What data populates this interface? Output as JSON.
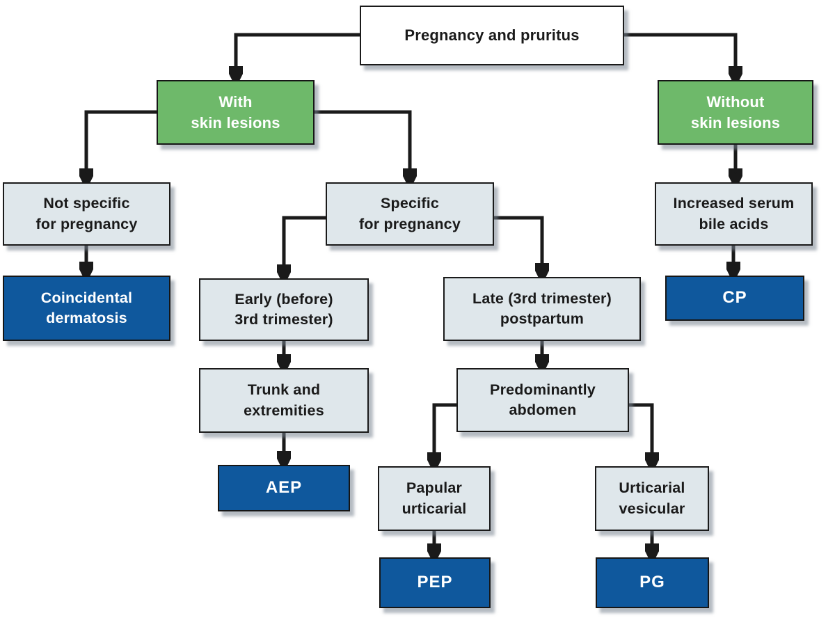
{
  "diagram": {
    "title": "Pregnancy and pruritus",
    "colors": {
      "decision_green": "#6eb96a",
      "diagnosis_blue": "#0f589d",
      "finding_gray": "#dfe7eb",
      "root_white": "#ffffff",
      "connector_black": "#1a1a1a"
    },
    "nodes": {
      "root": {
        "label": "Pregnancy and pruritus"
      },
      "with_lesions": {
        "label": "With\nskin lesions"
      },
      "without_lesions": {
        "label": "Without\nskin lesions"
      },
      "not_specific": {
        "label": "Not specific\nfor pregnancy"
      },
      "specific": {
        "label": "Specific\nfor pregnancy"
      },
      "increased_bile": {
        "label": "Increased serum\nbile acids"
      },
      "coincidental": {
        "label": "Coincidental\ndermatosis"
      },
      "early": {
        "label": "Early (before)\n3rd trimester)"
      },
      "late": {
        "label": "Late (3rd trimester)\npostpartum"
      },
      "cp": {
        "label": "CP"
      },
      "trunk": {
        "label": "Trunk and\nextremities"
      },
      "predominantly_abdomen": {
        "label": "Predominantly\nabdomen"
      },
      "aep": {
        "label": "AEP"
      },
      "papular_urticarial": {
        "label": "Papular\nurticarial"
      },
      "urticarial_vesicular": {
        "label": "Urticarial\nvesicular"
      },
      "pep": {
        "label": "PEP"
      },
      "pg": {
        "label": "PG"
      }
    },
    "edges": [
      {
        "from": "root",
        "to": "with_lesions"
      },
      {
        "from": "root",
        "to": "without_lesions"
      },
      {
        "from": "with_lesions",
        "to": "not_specific"
      },
      {
        "from": "with_lesions",
        "to": "specific"
      },
      {
        "from": "not_specific",
        "to": "coincidental"
      },
      {
        "from": "specific",
        "to": "early"
      },
      {
        "from": "specific",
        "to": "late"
      },
      {
        "from": "without_lesions",
        "to": "increased_bile"
      },
      {
        "from": "increased_bile",
        "to": "cp"
      },
      {
        "from": "early",
        "to": "trunk"
      },
      {
        "from": "trunk",
        "to": "aep"
      },
      {
        "from": "late",
        "to": "predominantly_abdomen"
      },
      {
        "from": "predominantly_abdomen",
        "to": "papular_urticarial"
      },
      {
        "from": "predominantly_abdomen",
        "to": "urticarial_vesicular"
      },
      {
        "from": "papular_urticarial",
        "to": "pep"
      },
      {
        "from": "urticarial_vesicular",
        "to": "pg"
      }
    ]
  }
}
